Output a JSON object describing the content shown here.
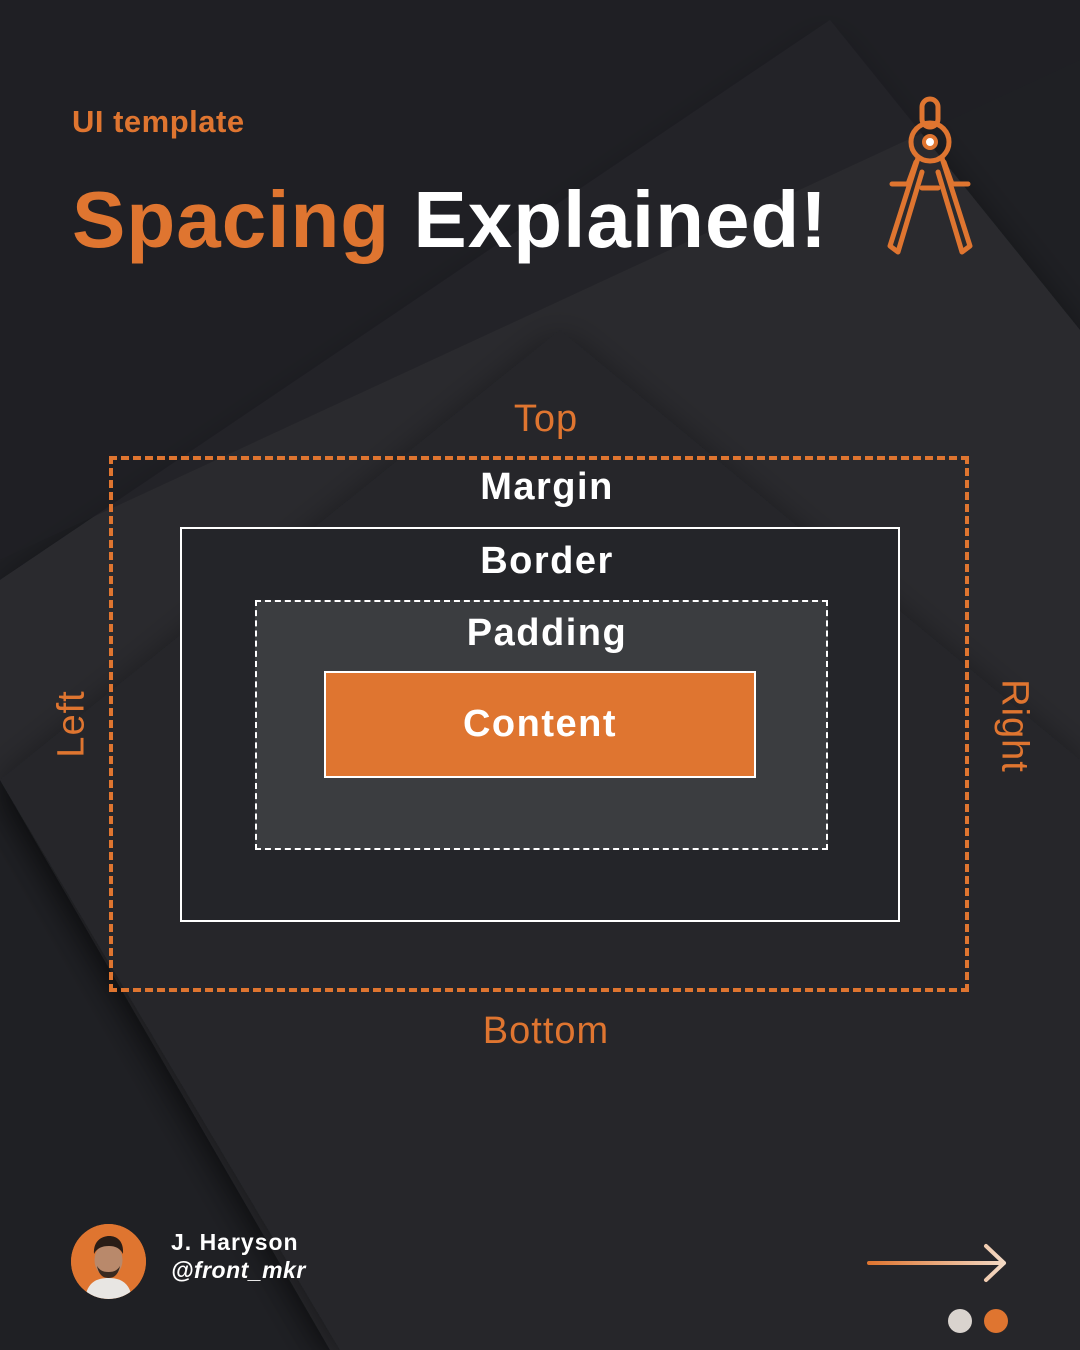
{
  "colors": {
    "accent": "#df7530",
    "background": "#1f2024",
    "text": "#ffffff",
    "padding_fill": "#3b3d40"
  },
  "header": {
    "eyebrow": "UI template",
    "title_accent": "Spacing",
    "title_rest": "Explained!",
    "icon": "compass-icon"
  },
  "diagram": {
    "sides": {
      "top": "Top",
      "bottom": "Bottom",
      "left": "Left",
      "right": "Right"
    },
    "layers": {
      "margin": "Margin",
      "border": "Border",
      "padding": "Padding",
      "content": "Content"
    }
  },
  "author": {
    "name": "J. Haryson",
    "handle": "@front_mkr",
    "avatar_icon": "avatar-photo"
  },
  "navigation": {
    "next_icon": "arrow-right-icon",
    "pages_total": 2,
    "current_page": 2
  }
}
